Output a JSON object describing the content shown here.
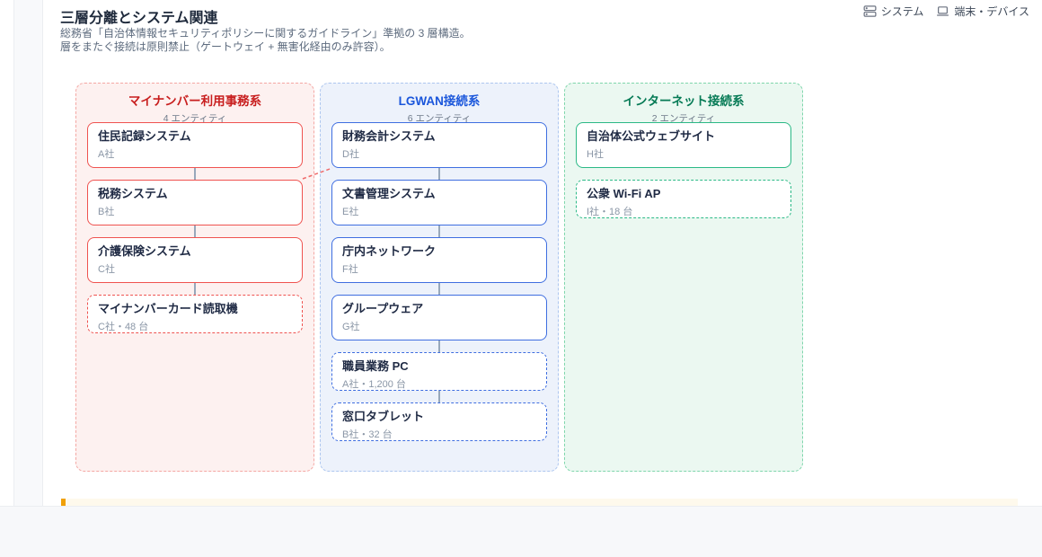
{
  "page": {
    "title": "三層分離とシステム関連",
    "subtitle_line1": "総務省「自治体情報セキュリティポリシーに関するガイドライン」準拠の 3 層構造。",
    "subtitle_line2": "層をまたぐ接続は原則禁止（ゲートウェイ + 無害化経由のみ許容）。"
  },
  "legend": {
    "items": [
      {
        "icon": "server-stack-icon",
        "label": "システム"
      },
      {
        "icon": "laptop-icon",
        "label": "端末・デバイス"
      }
    ]
  },
  "zones": [
    {
      "title": "マイナンバー利用事務系",
      "count": "4 エンティティ",
      "accent_color": "#C81E1E",
      "entities": [
        {
          "title": "住民記録システム",
          "sub": "A社",
          "kind": "system"
        },
        {
          "title": "税務システム",
          "sub": "B社",
          "kind": "system"
        },
        {
          "title": "介護保険システム",
          "sub": "C社",
          "kind": "system"
        },
        {
          "title": "マイナンバーカード読取機",
          "sub": "C社・48 台",
          "kind": "device"
        }
      ]
    },
    {
      "title": "LGWAN接続系",
      "count": "6 エンティティ",
      "accent_color": "#1A56DB",
      "entities": [
        {
          "title": "財務会計システム",
          "sub": "D社",
          "kind": "system"
        },
        {
          "title": "文書管理システム",
          "sub": "E社",
          "kind": "system"
        },
        {
          "title": "庁内ネットワーク",
          "sub": "F社",
          "kind": "system"
        },
        {
          "title": "グループウェア",
          "sub": "G社",
          "kind": "system"
        },
        {
          "title": "職員業務 PC",
          "sub": "A社・1,200 台",
          "kind": "device"
        },
        {
          "title": "窓口タブレット",
          "sub": "B社・32 台",
          "kind": "device"
        }
      ]
    },
    {
      "title": "インターネット接続系",
      "count": "2 エンティティ",
      "accent_color": "#057A55",
      "entities": [
        {
          "title": "自治体公式ウェブサイト",
          "sub": "H社",
          "kind": "system"
        },
        {
          "title": "公衆 Wi-Fi AP",
          "sub": "I社・18 台",
          "kind": "device"
        }
      ]
    }
  ],
  "cross_links": [
    {
      "from": "税務システム",
      "to": "財務会計システム",
      "style": "dashed",
      "color": "#EF6A6A"
    }
  ],
  "colors": {
    "zone1_bg": "#FDF1F0",
    "zone1_border": "#F4A7A3",
    "zone1_box_border": "#EF5350",
    "zone2_bg": "#EDF2FB",
    "zone2_border": "#ADC6EF",
    "zone2_box_border": "#3F6EE0",
    "zone3_bg": "#EBF8F1",
    "zone3_border": "#7FD6AC",
    "zone3_box_border": "#2BB986",
    "note_bar_bg": "#FEF9EC",
    "note_bar_accent": "#F0A008",
    "connector": "#98A8BB"
  }
}
